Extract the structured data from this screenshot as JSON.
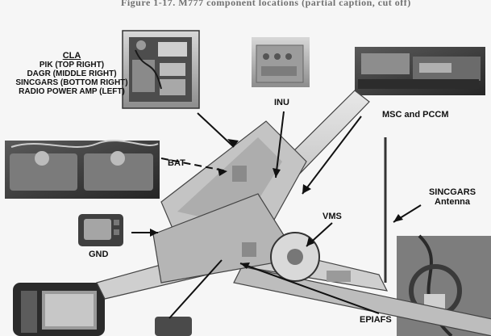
{
  "header": {
    "title": "Figure 1-17. M777 component locations (partial caption, cut off)"
  },
  "cla": {
    "title": "CLA",
    "lines": [
      "PIK (TOP RIGHT)",
      "DAGR (MIDDLE RIGHT)",
      "SINCGARS (BOTTOM RIGHT)",
      "RADIO POWER AMP (LEFT)"
    ]
  },
  "labels": {
    "inu": "INU",
    "msc_pccm": "MSC and PCCM",
    "bat": "BAT",
    "gnd": "GND",
    "vms": "VMS",
    "sincgars_1": "SINCGARS",
    "sincgars_2": "Antenna",
    "epiafs": "EPIAFS"
  },
  "colors": {
    "photo_dark": "#3a3a3a",
    "photo_mid": "#7a7a7a",
    "photo_light": "#b9b9b9",
    "line": "#111111"
  }
}
